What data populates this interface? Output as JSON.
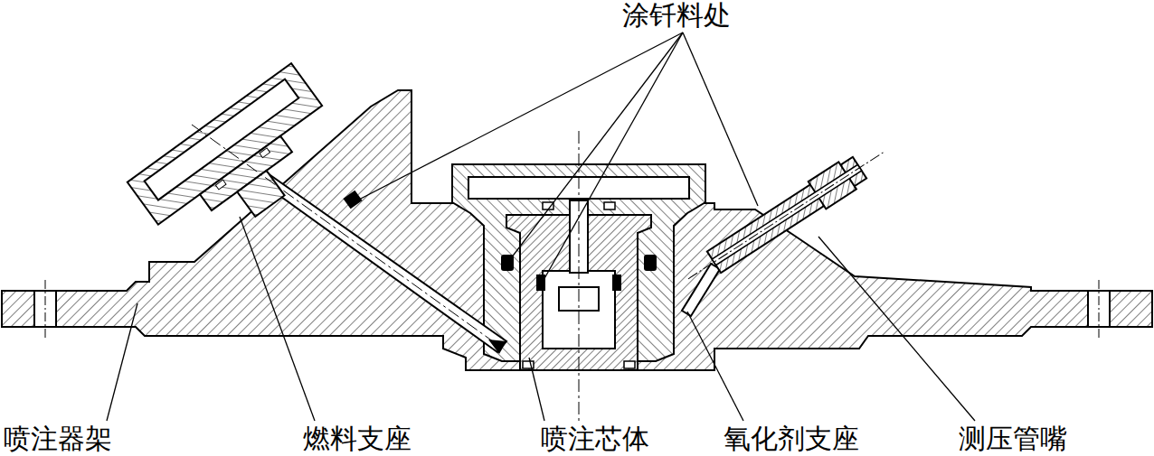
{
  "diagram": {
    "labels": [
      "涂钎料处",
      "喷注器架",
      "燃料支座",
      "喷注芯体",
      "氧化剂支座",
      "测压管嘴"
    ]
  }
}
